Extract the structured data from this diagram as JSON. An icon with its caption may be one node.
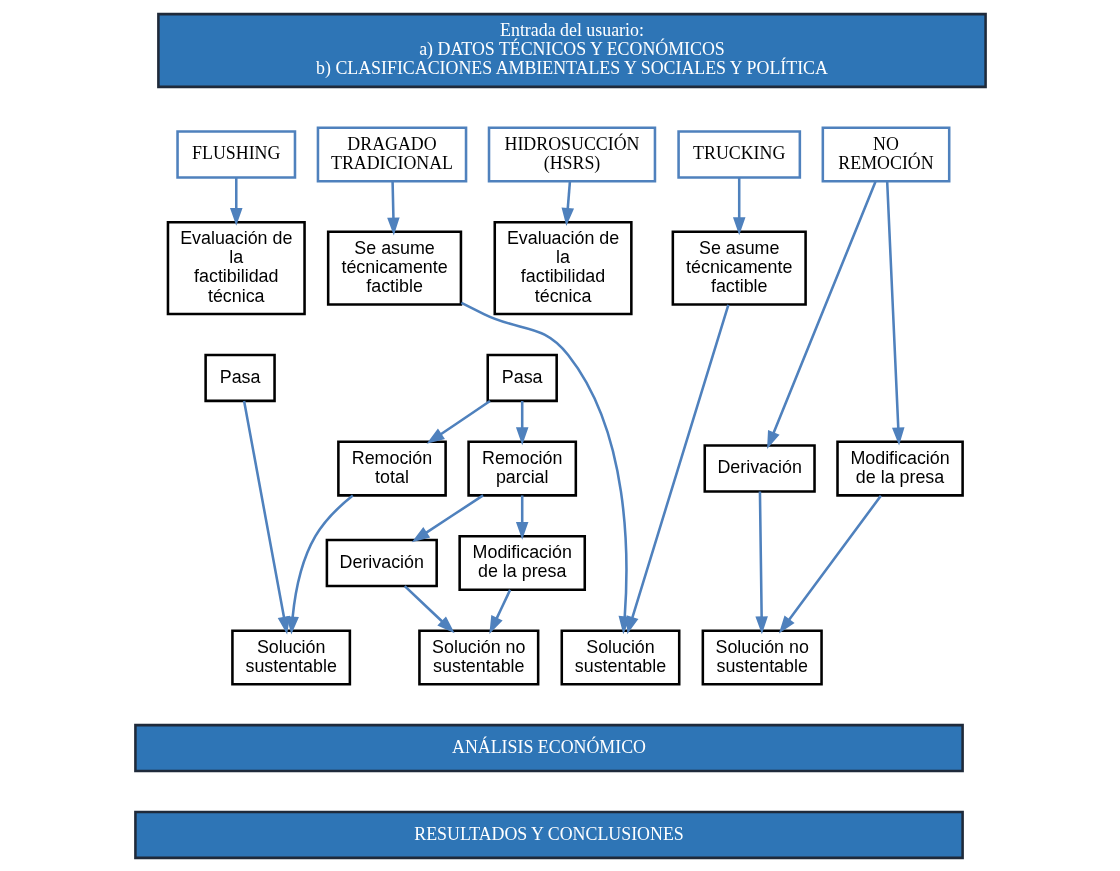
{
  "diagram": {
    "nodes": [
      {
        "text": [
          "Entrada del usuario:",
          "a) DATOS TÉCNICOS Y ECONÓMICOS",
          "b) CLASIFICACIONES AMBIENTALES Y SOCIALES Y POLÍTICA"
        ]
      },
      {
        "text": [
          "FLUSHING"
        ]
      },
      {
        "text": [
          "HIDROSUCCIÓN (HSRS)"
        ]
      },
      {
        "text": [
          "DRAGADO TRADICIONAL"
        ]
      },
      {
        "text": [
          "TRUCKING"
        ]
      },
      {
        "text": [
          "NO REMOCIÓN"
        ]
      },
      {
        "text": [
          "Evaluación de la factibilidad técnica"
        ]
      },
      {
        "text": [
          "Evaluación de la factibilidad técnica"
        ]
      },
      {
        "text": [
          "Se asume técnicamente factible"
        ]
      },
      {
        "text": [
          "Se asume técnicamente factible"
        ]
      },
      {
        "text": [
          "Pasa"
        ]
      },
      {
        "text": [
          "Pasa"
        ]
      },
      {
        "text": [
          "Remoción total"
        ]
      },
      {
        "text": [
          "Remoción parcial"
        ]
      },
      {
        "text": [
          "Derivación"
        ]
      },
      {
        "text": [
          "Modificación de la presa"
        ]
      },
      {
        "text": [
          "Derivación"
        ]
      },
      {
        "text": [
          "Modificación de la presa"
        ]
      },
      {
        "text": [
          "Solución sustentable"
        ]
      },
      {
        "text": [
          "Solución no sustentable"
        ]
      },
      {
        "text": [
          "Solución sustentable"
        ]
      },
      {
        "text": [
          "Solución no sustentable"
        ]
      },
      {
        "text": [
          "ANÁLISIS ECONÓMICO"
        ]
      },
      {
        "text": [
          "RESULTADOS Y CONCLUSIONES"
        ]
      }
    ],
    "edges": [
      {
        "from": 1,
        "to": 6,
        "arrow": "to"
      },
      {
        "from": 2,
        "to": 7,
        "arrow": "to"
      },
      {
        "from": 3,
        "to": 8,
        "arrow": "to"
      },
      {
        "from": 4,
        "to": 9,
        "arrow": "to"
      },
      {
        "from": 5,
        "to": 14,
        "arrow": "to"
      },
      {
        "from": 5,
        "to": 15,
        "arrow": "to"
      },
      {
        "from": 11,
        "to": 12,
        "arrow": "to"
      },
      {
        "from": 11,
        "to": 13,
        "arrow": "to"
      },
      {
        "from": 13,
        "to": 16,
        "arrow": "to"
      },
      {
        "from": 13,
        "to": 17,
        "arrow": "to"
      },
      {
        "from": 10,
        "to": 18,
        "arrow": "to"
      },
      {
        "from": 12,
        "to": 18,
        "arrow": "to"
      },
      {
        "from": 16,
        "to": 19,
        "arrow": "to"
      },
      {
        "from": 17,
        "to": 19,
        "arrow": "to"
      },
      {
        "from": 8,
        "to": 20,
        "arrow": "to"
      },
      {
        "from": 9,
        "to": 20,
        "arrow": "to"
      },
      {
        "from": 14,
        "to": 21,
        "arrow": "to"
      },
      {
        "from": 15,
        "to": 21,
        "arrow": "to"
      }
    ]
  }
}
